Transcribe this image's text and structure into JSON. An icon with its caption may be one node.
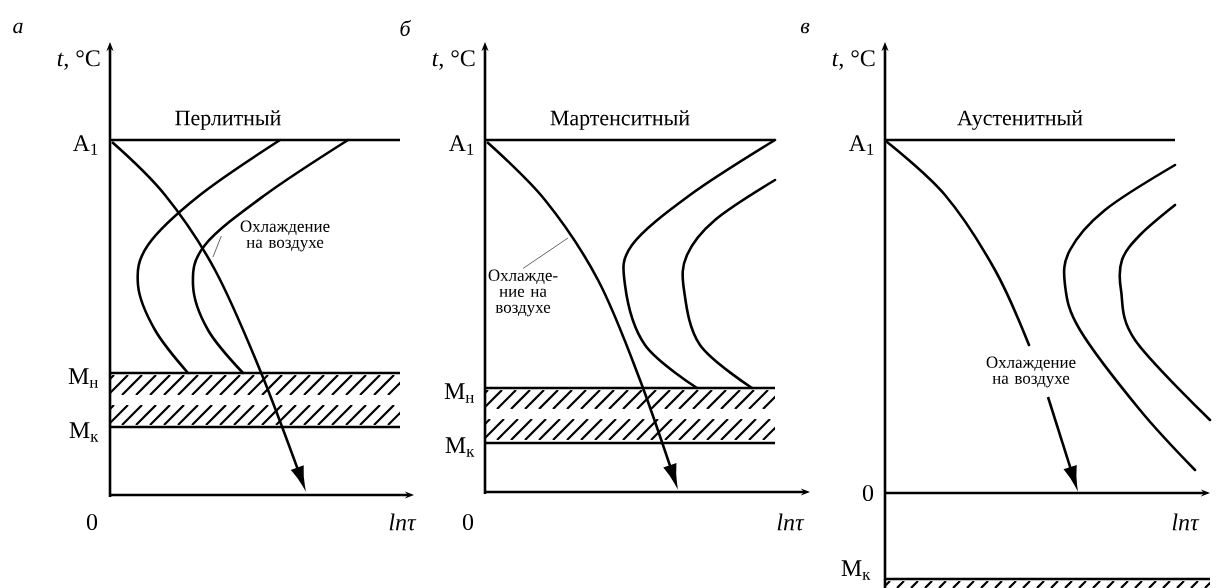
{
  "diagram": {
    "nodes": [
      {
        "text": [
          "Охлаждение на воздухе"
        ]
      },
      {
        "text": [
          "Охлажде- ние на воздухе"
        ]
      }
    ],
    "edges": [
      {
        "from": 0,
        "to": null,
        "arrow": "none"
      },
      {
        "from": 1,
        "to": null,
        "arrow": "none"
      }
    ],
    "labels": [
      "а",
      "*t*, °C",
      "Перлитный",
      "A$_{1}$",
      "М$_{н}$",
      "М$_{к}$",
      "0",
      "lnτ",
      "б",
      "*t*, °C",
      "Мартенситный",
      "A$_{1}$",
      "М$_{н}$",
      "М$_{к}$",
      "0",
      "lnτ",
      "в",
      "*t*, °C",
      "Аустенитный",
      "A$_{1}$",
      "Охлаждение на воздухе",
      "0",
      "lnτ",
      "М$_{к}$"
    ]
  }
}
